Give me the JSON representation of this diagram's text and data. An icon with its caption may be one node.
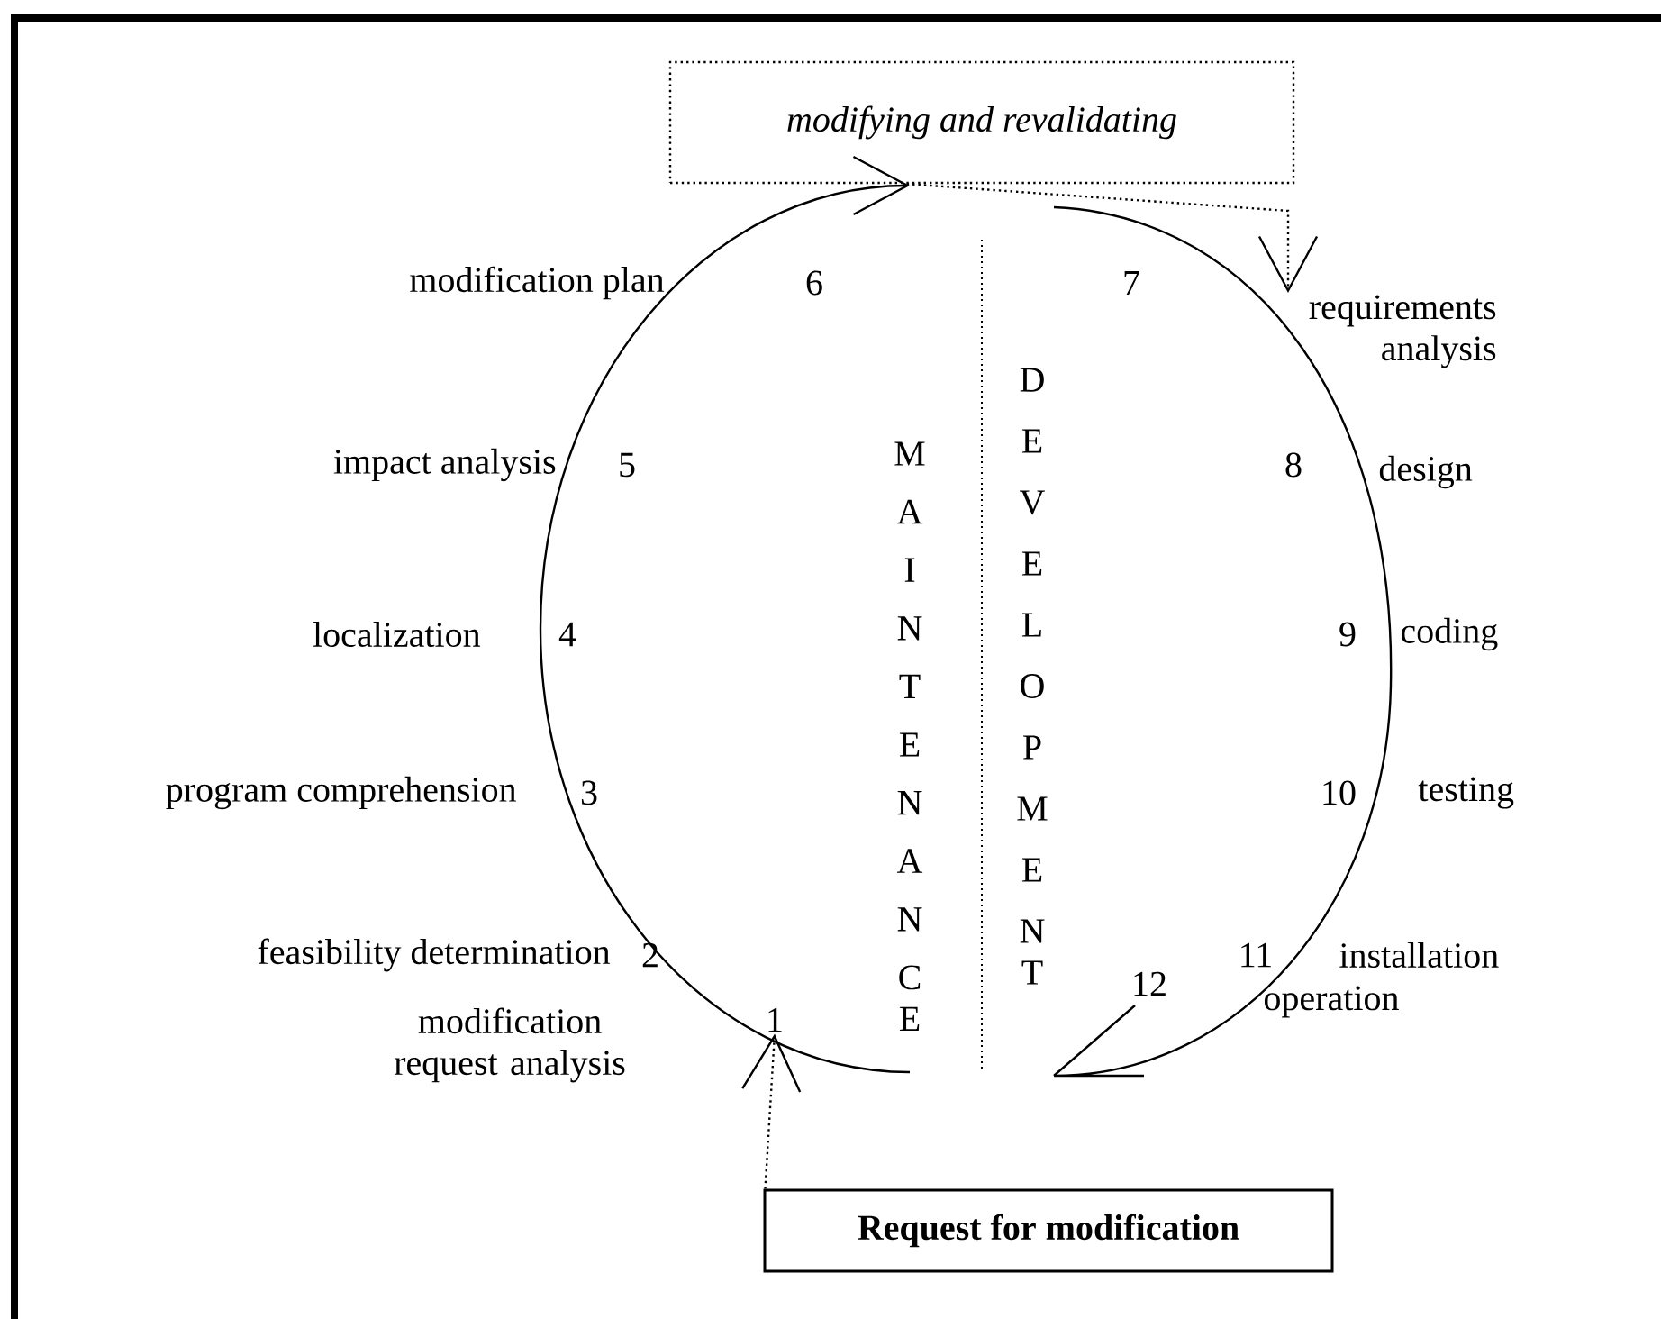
{
  "diagram": {
    "nodes": [
      {
        "text": [
          "modifying and revalidating"
        ]
      },
      {
        "text": [
          "Request for modification"
        ]
      },
      {
        "text": [
          "requirements analysis"
        ]
      },
      {
        "text": [
          "1"
        ]
      }
    ],
    "edges": [
      {
        "from": 0,
        "to": 2,
        "arrow": "to"
      },
      {
        "from": 1,
        "to": 3,
        "arrow": "to"
      }
    ],
    "labels": [
      "modification plan",
      "6",
      "impact analysis",
      "5",
      "localization",
      "4",
      "program comprehension",
      "3",
      "feasibility determination",
      "2",
      "modification request analysis",
      "MAINTENANCE",
      "DEVELOPMENT",
      "7",
      "8",
      "design",
      "9",
      "coding",
      "10",
      "testing",
      "11",
      "installation",
      "12",
      "operation"
    ]
  }
}
